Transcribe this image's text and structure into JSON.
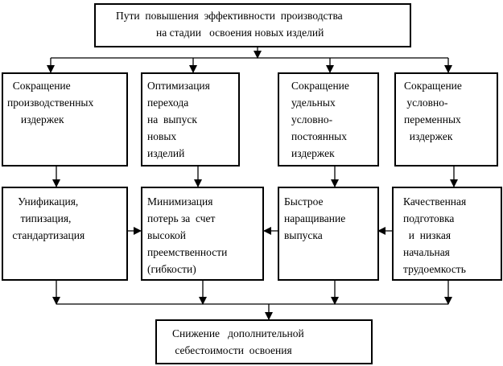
{
  "top": {
    "lines": [
      "Пути  повышения  эффективности  производства",
      "на стадии   освоения новых изделий"
    ]
  },
  "row1": [
    {
      "lines": [
        "  Сокращение",
        "производственных",
        "     издержек"
      ]
    },
    {
      "lines": [
        "Оптимизация",
        "перехода",
        "на  выпуск",
        "новых",
        "изделий"
      ]
    },
    {
      "lines": [
        "Сокращение",
        "удельных",
        "условно-",
        "постоянных",
        "издержек"
      ]
    },
    {
      "lines": [
        "Сокращение",
        " условно-",
        "переменных",
        "  издержек"
      ]
    }
  ],
  "row2": [
    {
      "lines": [
        "   Унификация,",
        "    типизация,",
        " стандартизация"
      ]
    },
    {
      "lines": [
        "Минимизация",
        "потерь за  счет",
        "высокой",
        "преемственности",
        "(гибкости)"
      ]
    },
    {
      "lines": [
        "Быстрое",
        "наращивание",
        "выпуска"
      ]
    },
    {
      "lines": [
        "Качественная",
        "подготовка",
        "  и  низкая",
        "начальная",
        "трудоемкость"
      ]
    }
  ],
  "bottom": {
    "lines": [
      "Снижение   дополнительной",
      " себестоимости  освоения"
    ]
  }
}
